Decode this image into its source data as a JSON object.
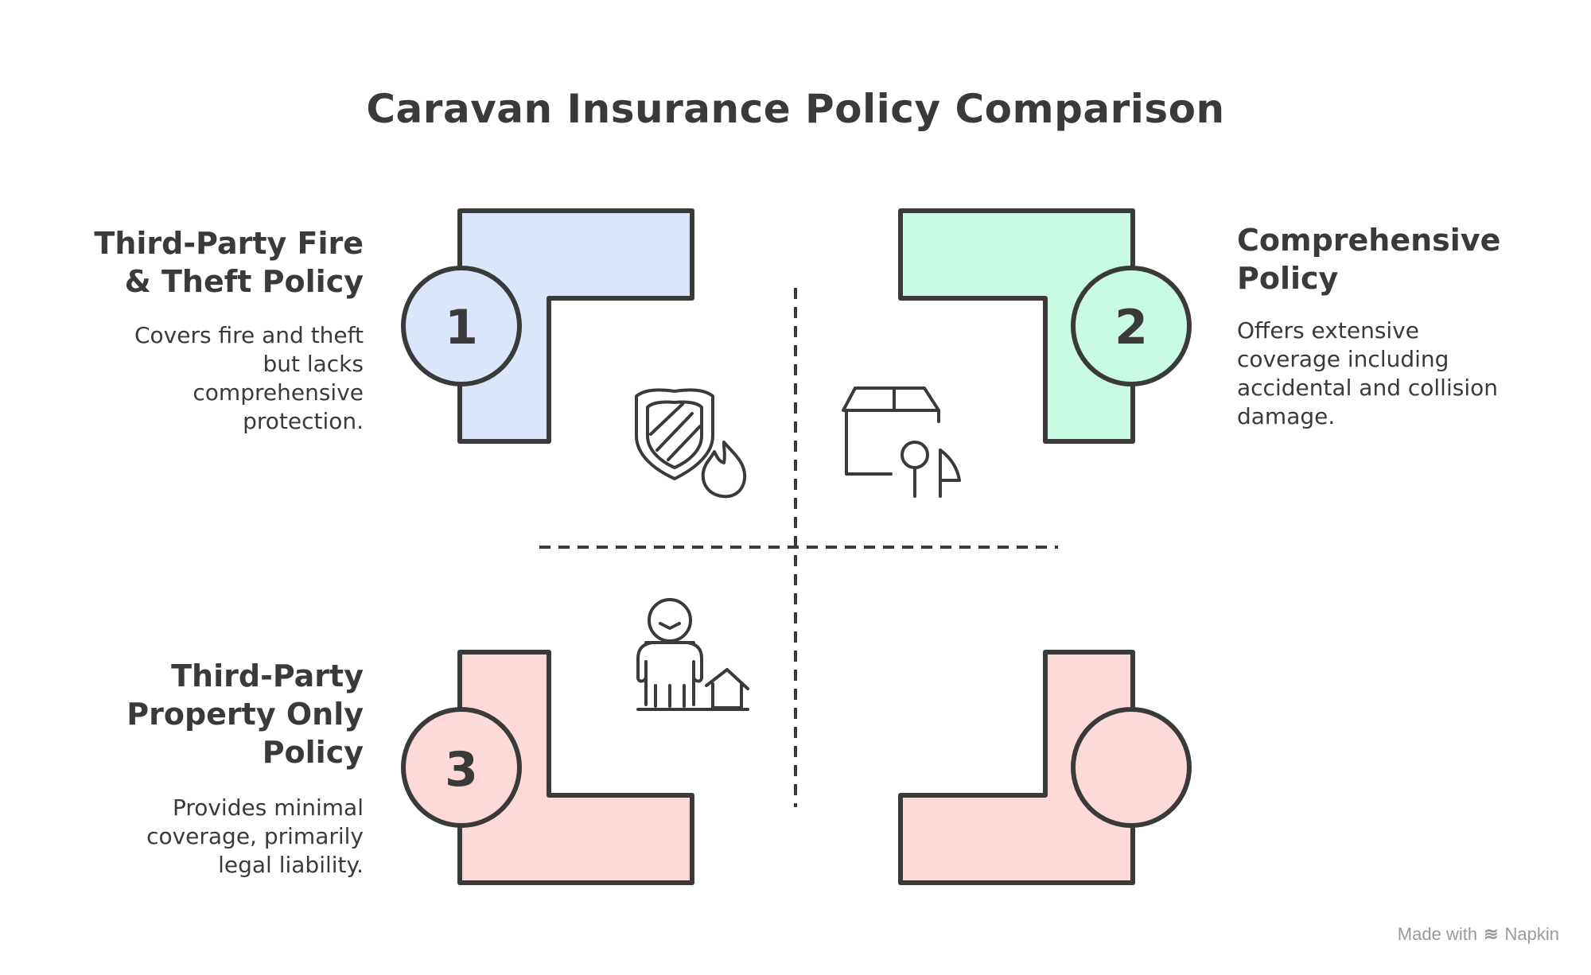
{
  "title": "Caravan Insurance Policy Comparison",
  "quadrants": [
    {
      "number": "1",
      "heading_lines": [
        "Third-Party Fire",
        "& Theft Policy"
      ],
      "description_lines": [
        "Covers fire and theft",
        "but lacks",
        "comprehensive",
        "protection."
      ],
      "color": "#dbe6fc",
      "icon": "shield-fire-icon"
    },
    {
      "number": "2",
      "heading_lines": [
        "Comprehensive",
        "Policy"
      ],
      "description_lines": [
        "Offers extensive",
        "coverage including",
        "accidental and collision",
        "damage."
      ],
      "color": "#c9fae3",
      "icon": "box-key-icon"
    },
    {
      "number": "3",
      "heading_lines": [
        "Third-Party",
        "Property Only",
        "Policy"
      ],
      "description_lines": [
        "Provides minimal",
        "coverage, primarily",
        "legal liability."
      ],
      "color": "#fdd9d9",
      "icon": "person-house-icon"
    },
    {
      "number": "",
      "color": "#fdd9d9"
    }
  ],
  "footer": {
    "made_with": "Made with",
    "brand": "Napkin"
  },
  "colors": {
    "stroke": "#3a3a3a",
    "text": "#3a3a3a"
  }
}
